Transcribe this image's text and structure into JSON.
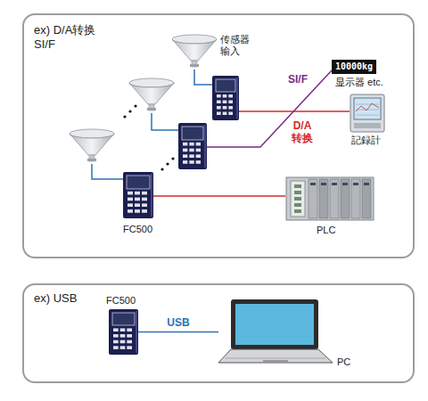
{
  "diagram": {
    "nodes": [
      {
        "text": [
          "ex) D/A转换 SI/F"
        ]
      },
      {
        "text": [
          "传感器 输入"
        ],
        "in": 0
      },
      {
        "text": [
          "10000kg",
          "显示器 etc."
        ],
        "in": 0
      },
      {
        "text": [
          "記録計"
        ],
        "in": 0
      },
      {
        "text": [
          "FC500"
        ],
        "in": 0
      },
      {
        "text": [
          "PLC"
        ],
        "in": 0
      },
      {
        "text": [
          "ex) USB"
        ]
      },
      {
        "text": [
          "FC500"
        ],
        "in": 6
      },
      {
        "text": [
          "PC"
        ],
        "in": 6
      }
    ],
    "edges": [
      {
        "from": 4,
        "to": 5,
        "arrow": "none"
      },
      {
        "from": 7,
        "to": 8,
        "label": "USB",
        "arrow": "none"
      }
    ],
    "labels": [
      "SI/F",
      "D/A 转换"
    ]
  }
}
